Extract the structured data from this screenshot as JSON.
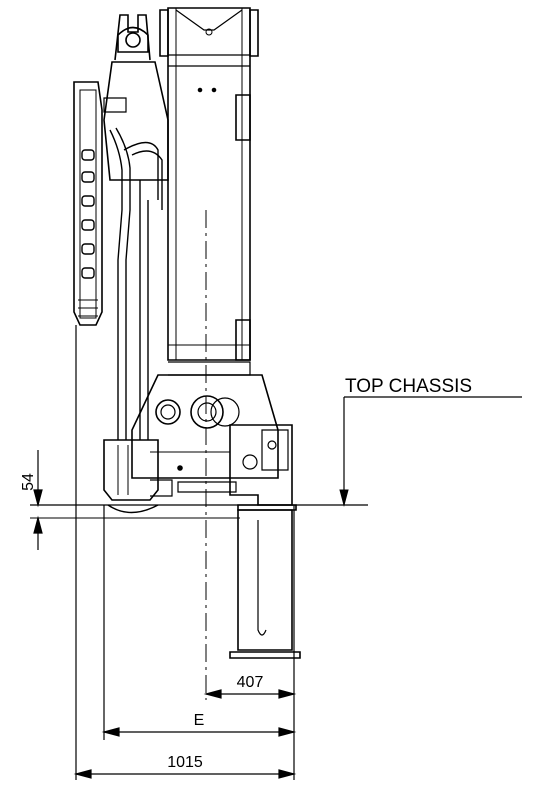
{
  "labels": {
    "top_chassis": "TOP CHASSIS",
    "dim_54": "54",
    "dim_407": "407",
    "dim_E": "E",
    "dim_1015": "1015"
  }
}
